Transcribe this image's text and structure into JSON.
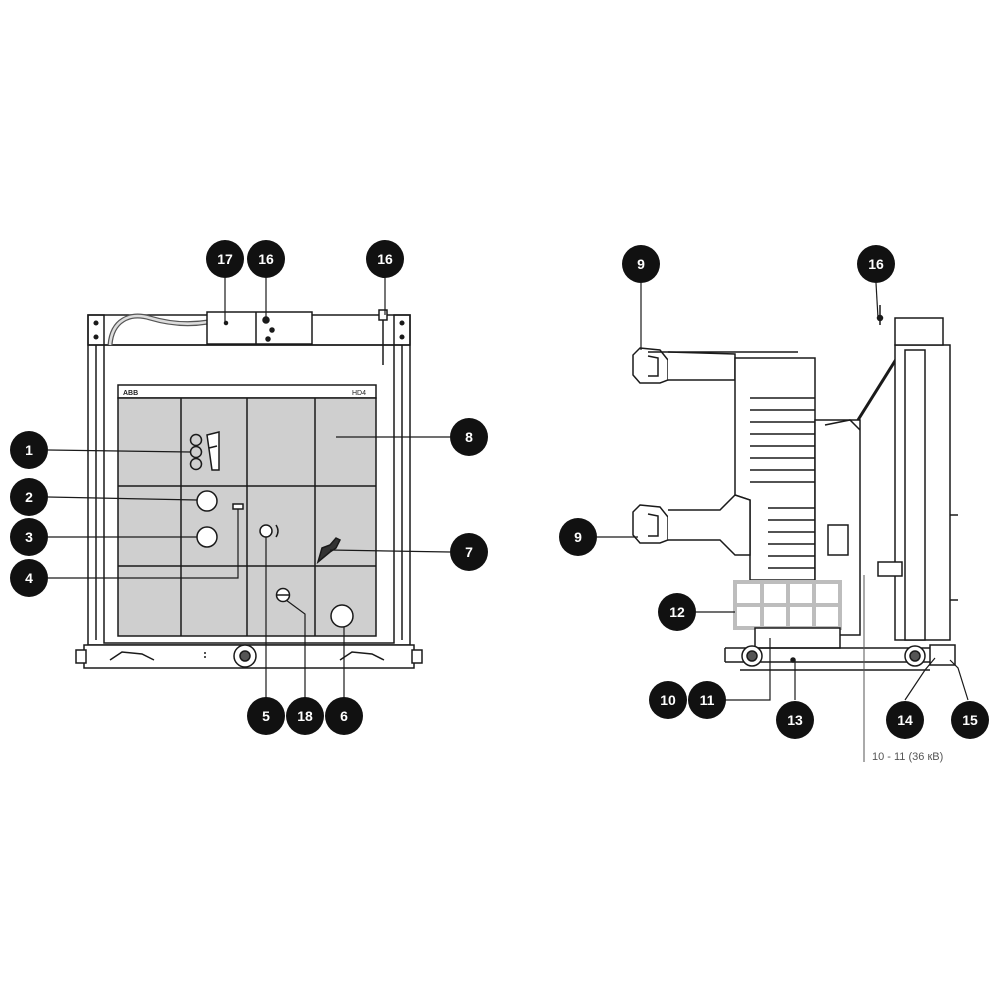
{
  "front_panel": {
    "brand": "ABB",
    "model": "HD4"
  },
  "side_note": "10 - 11 (36 кВ)",
  "callouts": {
    "c1": "1",
    "c2": "2",
    "c3": "3",
    "c4": "4",
    "c5": "5",
    "c6": "6",
    "c7": "7",
    "c8": "8",
    "c9a": "9",
    "c9b": "9",
    "c10": "10",
    "c11": "11",
    "c12": "12",
    "c13": "13",
    "c14": "14",
    "c15": "15",
    "c16a": "16",
    "c16b": "16",
    "c16c": "16",
    "c17": "17",
    "c18": "18"
  },
  "colors": {
    "panel_fill": "#cfcfcf",
    "line": "#1a1a1a",
    "callout": "#111111",
    "insulator_highlight": "#bdbdbd"
  }
}
